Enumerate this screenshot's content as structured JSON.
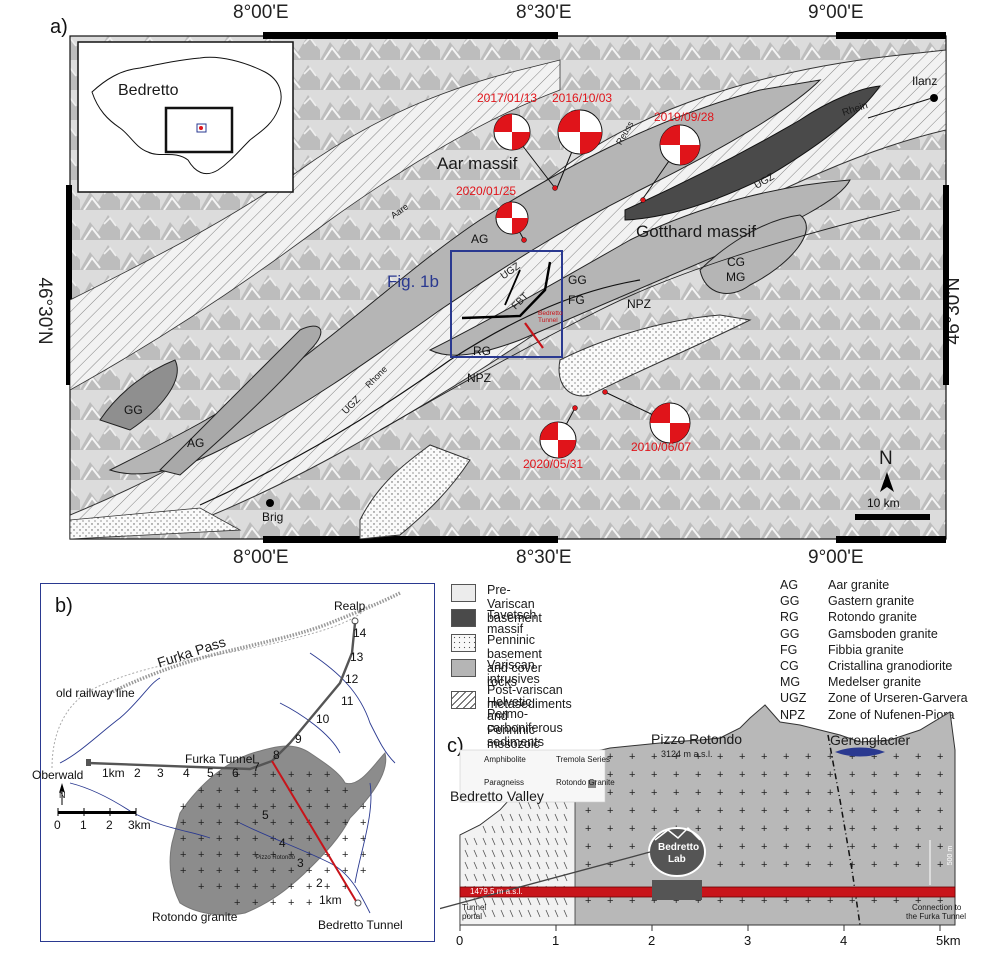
{
  "panel_a": {
    "letter": "a)",
    "coords_top": [
      "8°00'E",
      "8°30'E",
      "9°00'E"
    ],
    "coords_bottom": [
      "8°00'E",
      "8°30'E",
      "9°00'E"
    ],
    "lat_left": "46°30'N",
    "lat_right": "46°30'N",
    "inset_label": "Bedretto",
    "regions": {
      "aar_massif": "Aar massif",
      "gotthard_massif": "Gotthard massif"
    },
    "figure_box_label": "Fig. 1b",
    "places": {
      "ilanz": "Ilanz",
      "brig": "Brig"
    },
    "rivers": {
      "rhein": "Rhein",
      "reuss": "Reuss",
      "aare": "Aare",
      "rhone": "Rhone"
    },
    "units": {
      "ag1": "AG",
      "ag2": "AG",
      "gg1": "GG",
      "gg2": "GG",
      "cg": "CG",
      "mg": "MG",
      "fg": "FG",
      "rg": "RG",
      "ugz1": "UGZ",
      "ugz2": "UGZ",
      "ugz3": "UGZ",
      "npz1": "NPZ",
      "npz2": "NPZ",
      "fbt": "FBT",
      "bedretto_tunnel": "Bedretto Tunnel"
    },
    "events": [
      {
        "date": "2017/01/13"
      },
      {
        "date": "2016/10/03"
      },
      {
        "date": "2019/09/28"
      },
      {
        "date": "2020/01/25"
      },
      {
        "date": "2020/05/31"
      },
      {
        "date": "2010/06/07"
      }
    ],
    "north": "N",
    "scale": "10 km"
  },
  "legend": {
    "items": [
      {
        "label": "Pre-Variscan basement",
        "fill": "#ececec"
      },
      {
        "label": "Tavetsch massif",
        "fill": "#4a4a4a"
      },
      {
        "label": "Penninic basement and cover rocks",
        "fill": "#f4f4f4"
      },
      {
        "label": "Variscan intrusives",
        "fill": "#b5b5b5"
      }
    ],
    "hatched_lines": [
      "Post-variscan metasediments",
      "Helvetic and Penninic mesozoic sediments",
      "Permo-carboniferous sediments"
    ]
  },
  "abbreviations": [
    {
      "k": "AG",
      "v": "Aar granite"
    },
    {
      "k": "GG",
      "v": "Gastern granite"
    },
    {
      "k": "RG",
      "v": "Rotondo granite"
    },
    {
      "k": "GG",
      "v": "Gamsboden granite"
    },
    {
      "k": "FG",
      "v": "Fibbia granite"
    },
    {
      "k": "CG",
      "v": "Cristallina granodiorite"
    },
    {
      "k": "MG",
      "v": "Medelser granite"
    },
    {
      "k": "UGZ",
      "v": "Zone of Urseren-Garvera"
    },
    {
      "k": "NPZ",
      "v": "Zone of Nufenen-Piora"
    }
  ],
  "panel_b": {
    "letter": "b)",
    "realp": "Realp",
    "furka_pass": "Furka Pass",
    "old_railway": "old railway line",
    "furka_tunnel": "Furka Tunnel",
    "oberwald": "Oberwald",
    "rotondo_granite": "Rotondo granite",
    "pizzo_rotondo_small": "Pizzo Rotondo",
    "bedretto_tunnel": "Bedretto Tunnel",
    "furka_km_label": "1km",
    "bedretto_km_label": "1km",
    "furka_km": [
      "2",
      "3",
      "4",
      "5",
      "6",
      "7",
      "8",
      "9",
      "10",
      "11",
      "12",
      "13",
      "14"
    ],
    "bedretto_km": [
      "2",
      "3",
      "4",
      "5"
    ],
    "north": "N",
    "scale_ticks": [
      "0",
      "1",
      "2",
      "3km"
    ]
  },
  "panel_c": {
    "letter": "c)",
    "pizzo_rotondo": "Pizzo Rotondo",
    "elevation": "3124 m a.s.l.",
    "gerenglacier": "Gerenglacier",
    "bedretto_valley": "Bedretto Valley",
    "lab_line1": "Bedretto",
    "lab_line2": "Lab",
    "tunnel_elev": "1479.5 m a.s.l.",
    "tunnel_portal": [
      "Tunnel",
      "portal"
    ],
    "connection": [
      "Connection to",
      "the Furka Tunnel"
    ],
    "vscale": "500 m",
    "legend": [
      "Amphibolite",
      "Tremola Series",
      "Paragneiss",
      "Rotondo Granite"
    ],
    "x_ticks": [
      "0",
      "1",
      "2",
      "3",
      "4",
      "5km"
    ]
  }
}
